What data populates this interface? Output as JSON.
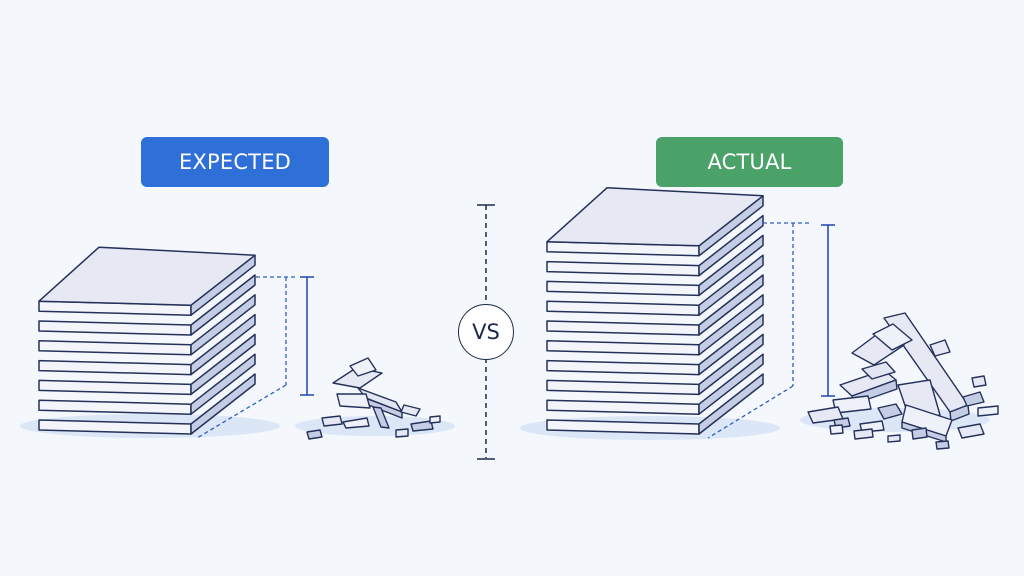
{
  "labels": {
    "expected": "EXPECTED",
    "actual": "ACTUAL",
    "vs": "VS"
  },
  "colors": {
    "background": "#f4f7fc",
    "expected_badge": "#2f6fd8",
    "actual_badge": "#4aa268",
    "outline": "#25315a",
    "slab_top": "#e6e9f4",
    "slab_edge": "#c5cde4",
    "accent_line": "#2b4fb3",
    "shadow": "#d9e4f6"
  },
  "icons": {
    "stack": "plate-stack-icon",
    "rubble": "broken-shards-icon"
  },
  "expected": {
    "intact_layers": 7,
    "rubble_size": "small"
  },
  "actual": {
    "intact_layers": 10,
    "rubble_size": "large"
  }
}
